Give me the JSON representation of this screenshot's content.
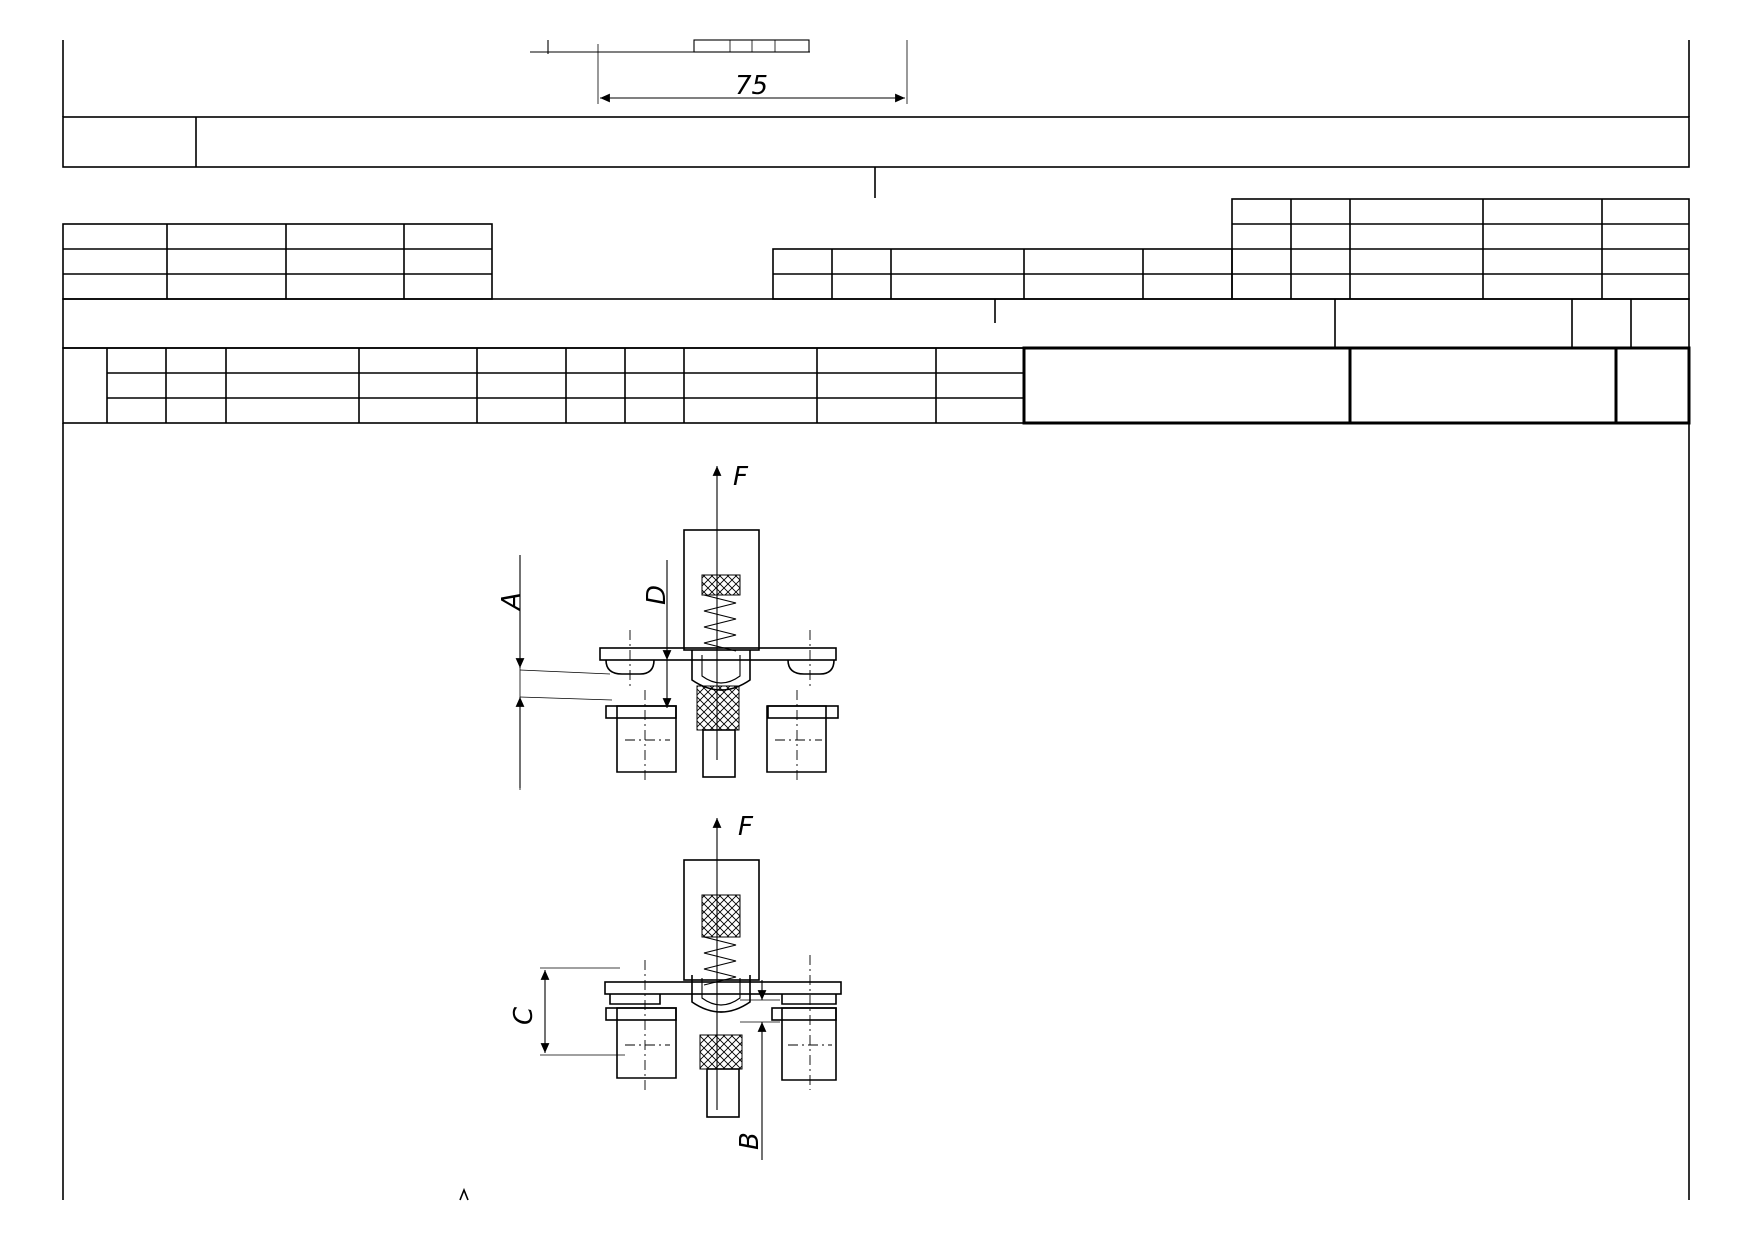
{
  "drawing": {
    "top_dimension": "75",
    "force_label_1": "F",
    "force_label_2": "F",
    "dim_a": "A",
    "dim_d": "D",
    "dim_c": "C",
    "dim_b": "B"
  }
}
